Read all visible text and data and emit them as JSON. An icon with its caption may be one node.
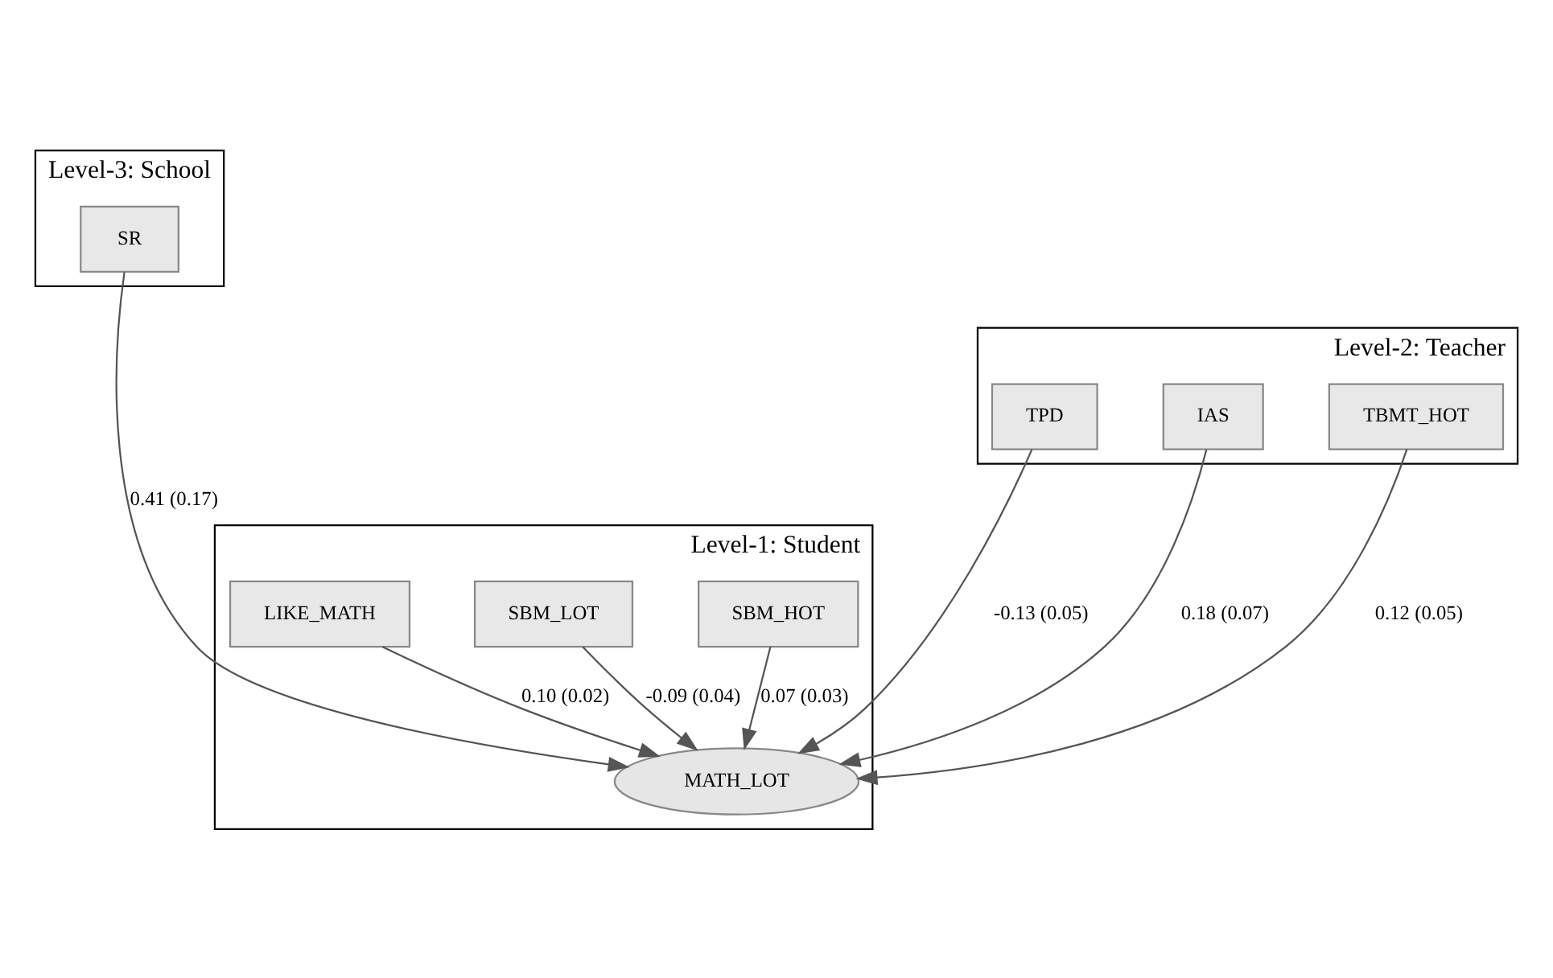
{
  "diagram": {
    "nodes": [
      {
        "text": [
          "Level-3: School"
        ]
      },
      {
        "text": [
          "SR"
        ],
        "in": 0
      },
      {
        "text": [
          "Level-2: Teacher"
        ]
      },
      {
        "text": [
          "TPD"
        ],
        "in": 2
      },
      {
        "text": [
          "IAS"
        ],
        "in": 2
      },
      {
        "text": [
          "TBMT_HOT"
        ],
        "in": 2
      },
      {
        "text": [
          "Level-1: Student"
        ]
      },
      {
        "text": [
          "SBM_HOT"
        ],
        "in": 6
      },
      {
        "text": [
          "SBM_LOT"
        ],
        "in": 6
      },
      {
        "text": [
          "LIKE_MATH"
        ],
        "in": 6
      },
      {
        "text": [
          "MATH_LOT"
        ],
        "in": 6
      }
    ],
    "edges": [
      {
        "from": 1,
        "to": 10,
        "arrow": "to",
        "label": "0.41 (0.17)"
      },
      {
        "from": 3,
        "to": 10,
        "arrow": "to",
        "label": "-0.13 (0.05)"
      },
      {
        "from": 4,
        "to": 10,
        "arrow": "to",
        "label": "0.18 (0.07)"
      },
      {
        "from": 5,
        "to": 10,
        "arrow": "to",
        "label": "0.12 (0.05)"
      },
      {
        "from": 7,
        "to": 10,
        "arrow": "to",
        "label": "0.07 (0.03)"
      },
      {
        "from": 8,
        "to": 10,
        "arrow": "to",
        "label": "-0.09 (0.04)"
      },
      {
        "from": 9,
        "to": 10,
        "arrow": "to",
        "label": "0.10 (0.02)"
      }
    ]
  }
}
